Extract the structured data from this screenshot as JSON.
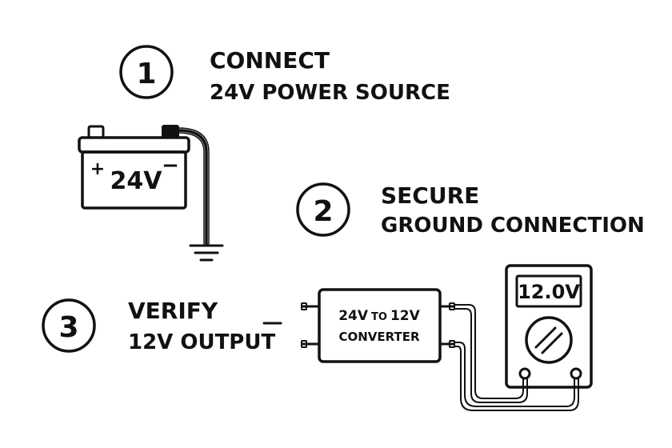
{
  "steps": [
    {
      "number": "1",
      "title": "CONNECT",
      "subtitle": "24V POWER SOURCE"
    },
    {
      "number": "2",
      "title": "SECURE",
      "subtitle": "GROUND CONNECTION"
    },
    {
      "number": "3",
      "title": "VERIFY",
      "subtitle": "12V OUTPUT"
    }
  ],
  "battery": {
    "label": "24V",
    "positive": "+",
    "negative": "−"
  },
  "converter": {
    "line1_a": "24V",
    "line1_b": "TO",
    "line1_c": "12V",
    "line2": "CONVERTER"
  },
  "meter": {
    "readout": "12.0V"
  },
  "colors": {
    "ink": "#111111",
    "background": "#ffffff"
  }
}
